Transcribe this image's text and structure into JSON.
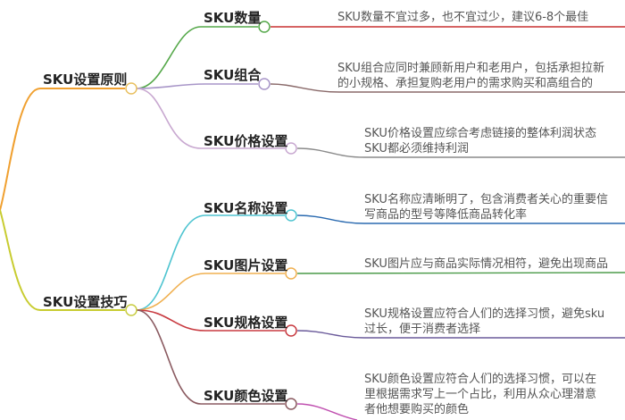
{
  "mindmap": {
    "colors": {
      "root_to_principles": "#f0a030",
      "root_to_techniques": "#c8cc30",
      "quantity": "#55a84a",
      "combination": "#a896c8",
      "price": "#c8a8d0",
      "name": "#4ec4d0",
      "image": "#f0b050",
      "spec": "#c83a40",
      "color": "#8a5a60",
      "desc_quantity_line": "#c83030",
      "desc_combination_line": "#8a6a6a",
      "desc_price_line": "#8a8a8a",
      "desc_name_line": "#2a6ab0",
      "desc_image_line": "#4a9a48",
      "desc_spec_line": "#6a5a9a",
      "desc_color_line": "#c050b0"
    },
    "branches": [
      {
        "label": "SKU设置原则",
        "children": [
          {
            "label": "SKU数量",
            "description": [
              "SKU数量不宜过多，也不宜过少，建议6-8个最佳"
            ]
          },
          {
            "label": "SKU组合",
            "description": [
              "SKU组合应同时兼顾新用户和老用户，包括承担拉新",
              "的小规格、承担复购老用户的需求购买和高组合的"
            ]
          },
          {
            "label": "SKU价格设置",
            "description": [
              "SKU价格设置应综合考虑链接的整体利润状态",
              "SKU都必须维持利润"
            ]
          }
        ]
      },
      {
        "label": "SKU设置技巧",
        "children": [
          {
            "label": "SKU名称设置",
            "description": [
              "SKU名称应清晰明了，包含消费者关心的重要信",
              "写商品的型号等降低商品转化率"
            ]
          },
          {
            "label": "SKU图片设置",
            "description": [
              "SKU图片应与商品实际情况相符，避免出现商品"
            ]
          },
          {
            "label": "SKU规格设置",
            "description": [
              "SKU规格设置应符合人们的选择习惯，避免sku",
              "过长，便于消费者选择"
            ]
          },
          {
            "label": "SKU颜色设置",
            "description": [
              "SKU颜色设置应符合人们的选择习惯，可以在",
              "里根据需求写上一个占比，利用从众心理潜意",
              "者他想要购买的颜色"
            ]
          }
        ]
      }
    ]
  }
}
